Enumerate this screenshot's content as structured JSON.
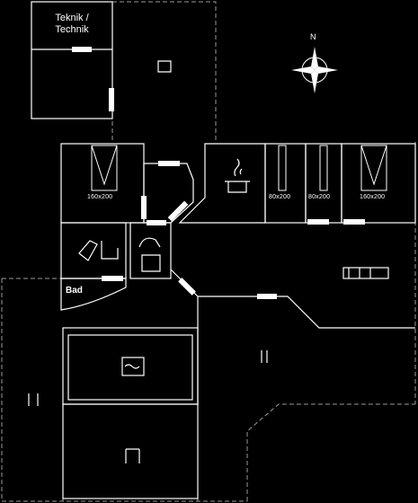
{
  "colors": {
    "background": "#000000",
    "lines": "#ffffff",
    "dashed": "#9a9a9a"
  },
  "rooms": {
    "technik": {
      "line1": "Teknik /",
      "line2": "Technik"
    },
    "bad": {
      "label": "Bad"
    }
  },
  "beds": [
    {
      "label": "160x200"
    },
    {
      "label": "80x200"
    },
    {
      "label": "80x200"
    },
    {
      "label": "160x200"
    }
  ],
  "compass": {
    "north_label": "N"
  },
  "icons": [
    "compass-rose-icon",
    "cooking-pot-icon",
    "sink-icon",
    "toilet-icon",
    "shower-icon",
    "sofa-icon",
    "pool-icon",
    "door-icon",
    "window-icon"
  ]
}
